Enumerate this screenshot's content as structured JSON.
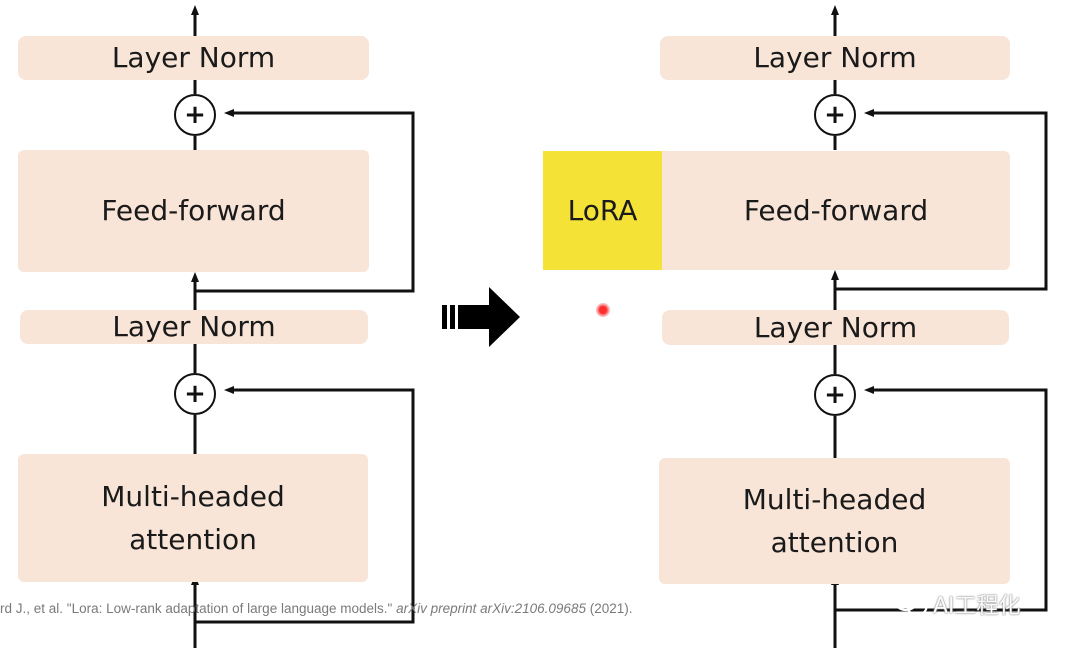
{
  "left_stack": {
    "top_norm": "Layer Norm",
    "feed_forward": "Feed-forward",
    "mid_norm": "Layer Norm",
    "attention_line1": "Multi-headed",
    "attention_line2": "attention",
    "add_symbol": "+"
  },
  "right_stack": {
    "top_norm": "Layer Norm",
    "lora": "LoRA",
    "feed_forward": "Feed-forward",
    "mid_norm": "Layer Norm",
    "attention_line1": "Multi-headed",
    "attention_line2": "attention",
    "add_symbol": "+"
  },
  "citation": {
    "authors": "rd J., et al. \"Lora: Low-rank adaptation of large language models.\"",
    "venue": "arXiv preprint arXiv:2106.09685",
    "year": "(2021)."
  },
  "watermark": {
    "icon": "wechat-icon",
    "text": "AI工程化"
  },
  "colors": {
    "block": "#f8e5d8",
    "lora": "#f4e237",
    "line": "#111111",
    "arrow": "#000000"
  }
}
